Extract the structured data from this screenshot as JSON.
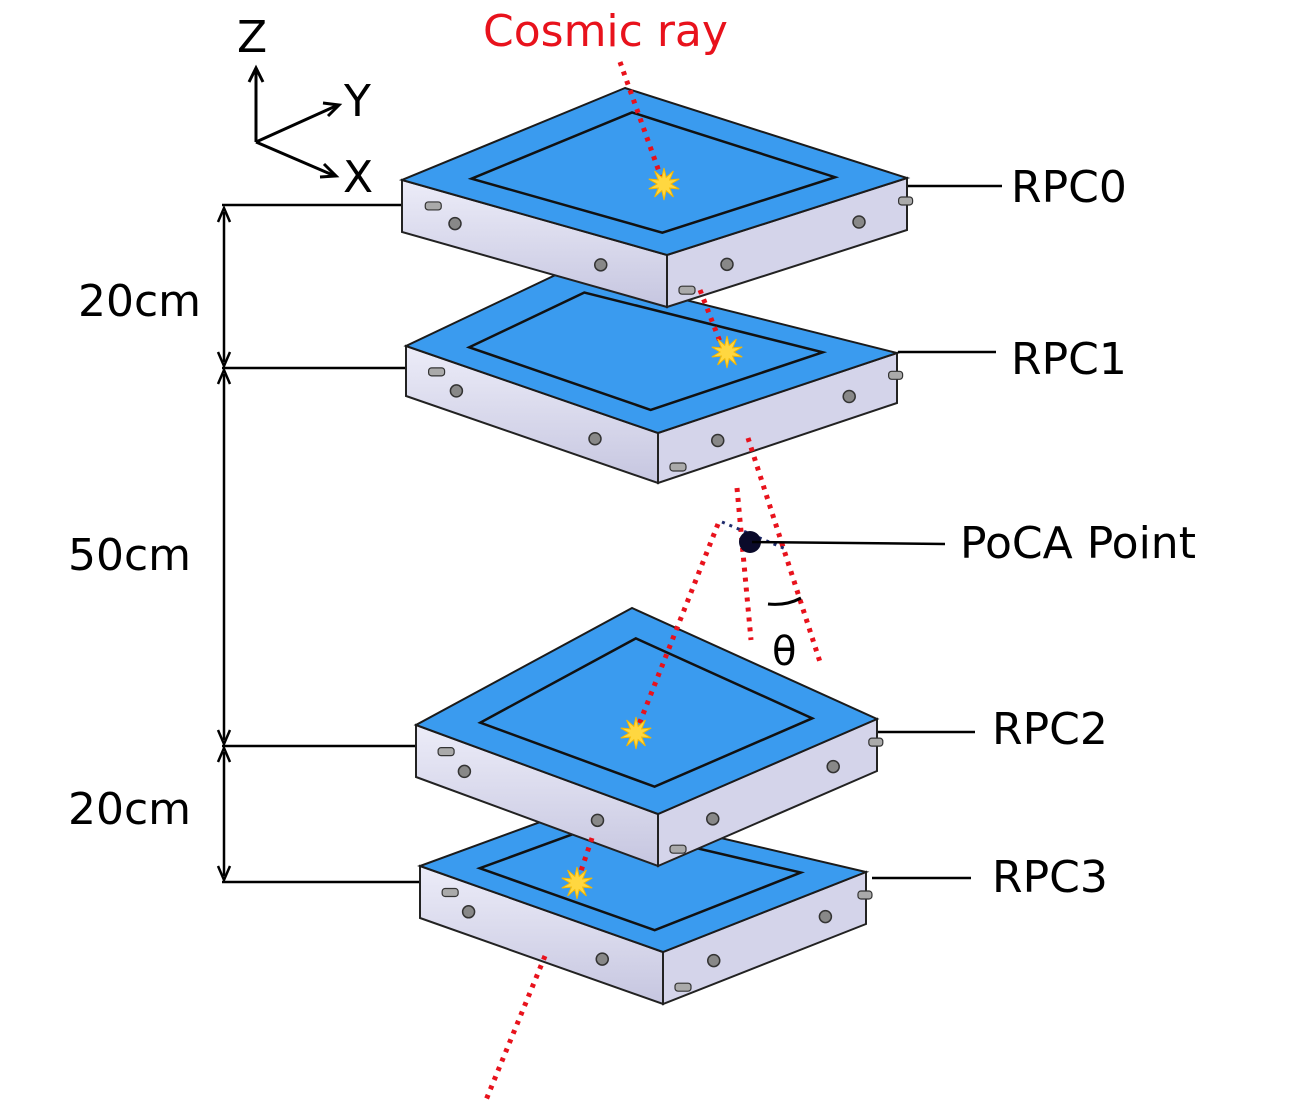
{
  "title": "Cosmic ray",
  "axes": {
    "z": "Z",
    "y": "Y",
    "x": "X"
  },
  "detectors": [
    {
      "label": "RPC0"
    },
    {
      "label": "RPC1"
    },
    {
      "label": "RPC2"
    },
    {
      "label": "RPC3"
    }
  ],
  "spacings": [
    "20cm",
    "50cm",
    "20cm"
  ],
  "poca_label": "PoCA Point",
  "angle_label": "θ",
  "colors": {
    "plate_top": "#3a9bef",
    "plate_side": "#dcdcf2",
    "ray": "#e8121c",
    "hit": "#ffd740",
    "poca_dot": "#0a0a2a"
  }
}
